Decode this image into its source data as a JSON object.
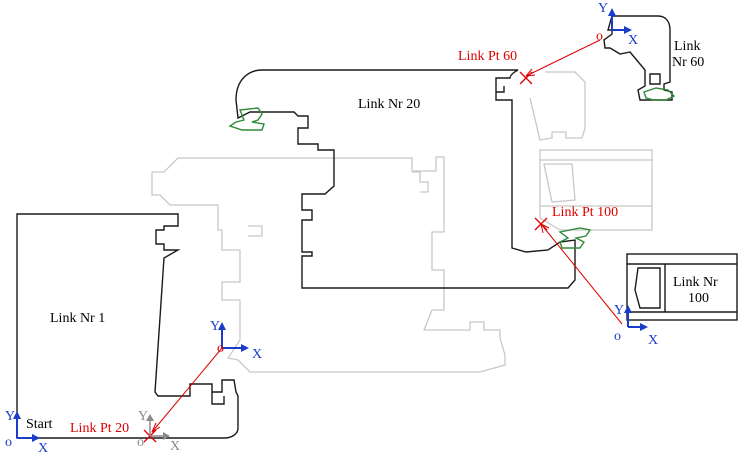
{
  "colors": {
    "profile": "#1a1a1a",
    "ghost": "#c8c8c8",
    "seal": "#2e8b3a",
    "link_point": "#e00000",
    "axis": "#1a3cc8",
    "axis_faded": "#8a8a8a"
  },
  "links": {
    "link1": "Link Nr 1",
    "link20": "Link Nr 20",
    "link60_line1": "Link",
    "link60_line2": "Nr 60",
    "link100_line1": "Link Nr",
    "link100_line2": "100"
  },
  "points": {
    "pt20": "Link Pt 20",
    "pt60": "Link Pt 60",
    "pt100": "Link Pt 100"
  },
  "start_label": "Start",
  "axis_labels": {
    "x": "X",
    "y": "Y",
    "origin": "o"
  }
}
